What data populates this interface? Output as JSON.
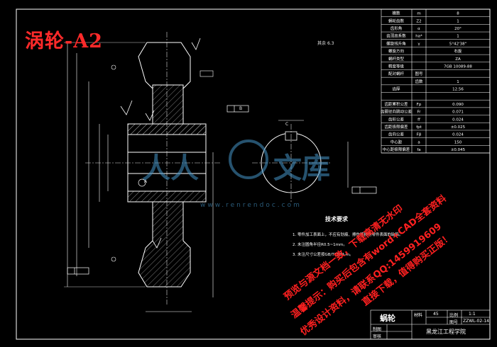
{
  "drawing": {
    "title": "涡轮-A2",
    "roughness_note": "其余",
    "roughness_value": "6.3",
    "tech_requirements_title": "技术要求",
    "tech_requirements": [
      "1. 零件加工表面上，不应有划痕、擦伤等损伤零件表面的缺陷。",
      "2. 未注圆角半径R0.5~1mm。",
      "3. 未注尺寸公差按GB/T1804-m。"
    ],
    "datum_labels": [
      "A",
      "B"
    ],
    "section_label": "C"
  },
  "param_table": {
    "rows": [
      {
        "name": "模数",
        "sym": "m",
        "val": "8"
      },
      {
        "name": "蜗轮齿数",
        "sym": "Z2",
        "val": "1"
      },
      {
        "name": "齿形角",
        "sym": "α",
        "val": "20°"
      },
      {
        "name": "齿顶高系数",
        "sym": "ha*",
        "val": "1"
      },
      {
        "name": "螺旋线升角",
        "sym": "γ",
        "val": "5°42'38\""
      },
      {
        "name": "螺旋方向",
        "sym": "",
        "val": "右旋"
      },
      {
        "name": "蜗杆类型",
        "sym": "",
        "val": "ZA"
      },
      {
        "name": "精度等级",
        "sym": "",
        "val": "7GB 10089-88"
      },
      {
        "name": "配对蜗杆",
        "sym": "图号",
        "val": ""
      },
      {
        "name": "",
        "sym": "齿数",
        "val": "1"
      },
      {
        "name": "齿厚",
        "sym": "",
        "val": "12.56"
      },
      {
        "name": "",
        "sym": "",
        "val": ""
      },
      {
        "name": "齿距累积公差",
        "sym": "Fp",
        "val": "0.090"
      },
      {
        "name": "齿圈径向跳动公差",
        "sym": "Fr",
        "val": "0.071"
      },
      {
        "name": "齿形公差",
        "sym": "ff",
        "val": "0.024"
      },
      {
        "name": "齿距极限偏差",
        "sym": "fpt",
        "val": "±0.025"
      },
      {
        "name": "齿向公差",
        "sym": "Fβ",
        "val": "0.024"
      },
      {
        "name": "中心距",
        "sym": "a",
        "val": "150"
      },
      {
        "name": "中心距极限偏差",
        "sym": "fa",
        "val": "±0.045"
      }
    ]
  },
  "title_block": {
    "part_name": "蜗轮",
    "material_label": "材料",
    "material": "45",
    "scale": "比例",
    "scale_val": "1:1",
    "drawing_no": "图号",
    "drawing_no_val": "ZZWL-02-14",
    "drawn_by": "制图",
    "checked_by": "审核",
    "school": "黑龙江工程学院"
  },
  "watermark": {
    "logo_cn_1": "人人",
    "logo_cn_2": "文库",
    "url": "www.renrendoc.com",
    "lines": [
      "预览与源文档一致，下载高清无水印",
      "温馨提示：购买后包含有word+CAD全套资料",
      "优秀设计资料，请联系QQ:1459919609",
      "直接下载，值得购买正版！"
    ]
  }
}
